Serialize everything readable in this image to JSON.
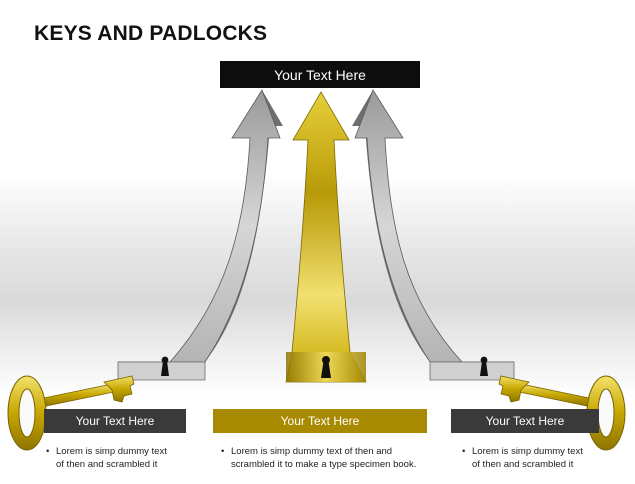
{
  "title": "KEYS AND PADLOCKS",
  "top_label": "Your Text Here",
  "boxes": {
    "left": "Your Text Here",
    "center": "Your Text Here",
    "right": "Your Text Here"
  },
  "notes": {
    "left": [
      "Lorem is simp dummy text",
      "of then and scrambled it"
    ],
    "center": [
      "Lorem is simp dummy text of then and",
      "scrambled it to make a type specimen book."
    ],
    "right": [
      "Lorem is simp dummy text",
      "of then and scrambled it"
    ]
  },
  "bullet": "•",
  "colors": {
    "gold": "#c8a900",
    "silver": "#bfbfbf",
    "dark_box": "#3a3a3a",
    "gold_box": "#a88a00",
    "label_black": "#0d0d0d"
  }
}
